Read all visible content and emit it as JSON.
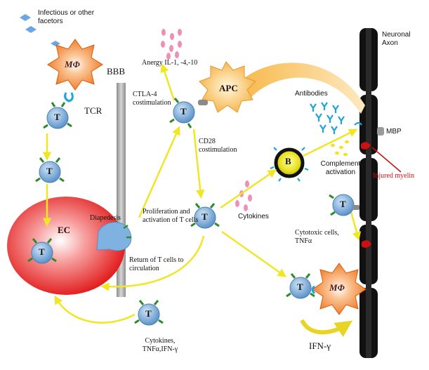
{
  "labels": {
    "infectious": "Infectious or other facetors",
    "mphi_top": "MΦ",
    "tcr": "TCR",
    "bbb": "BBB",
    "anergy": "Anergy IL-1, -4,-10",
    "ctla4": "CTLA-4 costimulation",
    "apc": "APC",
    "cd28": "CD28 costimulation",
    "neuronal_axon": "Neuronal Axon",
    "antibodies": "Antibodies",
    "mbp": "MBP",
    "b_cell": "B",
    "complement": "Complement activation",
    "injured_myelin": "Injured myelin",
    "diapedesis": "Diapedesis",
    "ec": "EC",
    "proliferation": "Proliferation and activation of T cells",
    "cytokines_mid": "Cytokines",
    "cytotoxic": "Cytotoxic cells, TNFα",
    "return_t": "Return of T cells to circulation",
    "cytokines_bottom": "Cytokines, TNFα,IFN-γ",
    "mphi_bottom": "MΦ",
    "ifn": "IFN-γ",
    "t_cell": "T"
  },
  "colors": {
    "t_cell": "#7fb2e0",
    "receptor_green": "#2f8a2f",
    "receptor_blue": "#1fa3d8",
    "arrow_yellow": "#f3ee2a",
    "macrophage": "#f07a1e",
    "apc": "#f9c15a",
    "ec_red": "#e41616",
    "b_cell": "#e5e020",
    "axon": "#111111",
    "bbb_gray": "#a8a8a8",
    "cytokine_pink": "#ef8fb8",
    "complement_yellow": "#f4e21c",
    "injury_red": "#cc1010"
  }
}
